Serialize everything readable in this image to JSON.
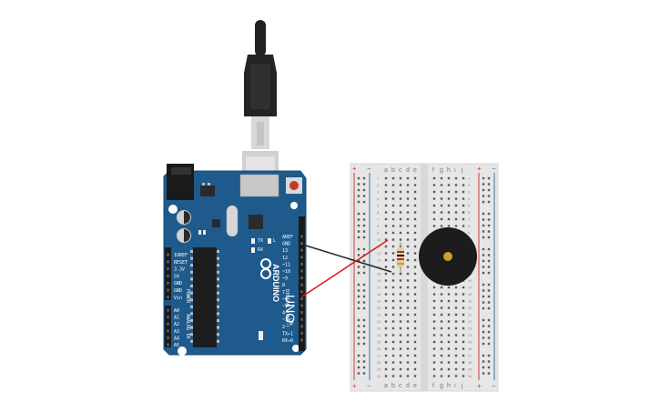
{
  "board": {
    "brand": "ARDUINO",
    "model": "UNO",
    "on_label": "ON",
    "tx_label": "TX",
    "rx_label": "RX",
    "l_label": "L",
    "digital_header_label": "DIGITAL (PWM~)",
    "power_label": "POWER",
    "analog_label": "ANALOG IN",
    "power_pins": [
      "IOREF",
      "RESET",
      "3.3V",
      "5V",
      "GND",
      "GND",
      "Vin"
    ],
    "analog_pins": [
      "A0",
      "A1",
      "A2",
      "A3",
      "A4",
      "A5"
    ],
    "digital_pins": [
      "AREF",
      "GND",
      "13",
      "12",
      "~11",
      "~10",
      "~9",
      "8",
      "7",
      "~6",
      "~5",
      "4",
      "~3",
      "2",
      "TX▸1",
      "RX◂0"
    ]
  },
  "breadboard": {
    "columns_left": [
      "a",
      "b",
      "c",
      "d",
      "e"
    ],
    "columns_right": [
      "f",
      "g",
      "h",
      "i",
      "j"
    ],
    "rail_plus": "+",
    "rail_minus": "−",
    "row_count": 30
  },
  "colors": {
    "board": "#1f5a8c",
    "board_edge": "#174a75",
    "breadboard": "#e6e6e6",
    "rail_red": "#d23b3b",
    "rail_blue": "#3a6fb0",
    "wire_red": "#d41f1f",
    "wire_black": "#2b2b2b",
    "buzzer": "#1c1c1c",
    "buzzer_center": "#c9a227",
    "usb_cable": "#222222",
    "usb_metal": "#cfcfcf"
  },
  "components": {
    "resistor": "resistor",
    "buzzer": "piezo-buzzer",
    "usb_cable": "usb-cable"
  }
}
